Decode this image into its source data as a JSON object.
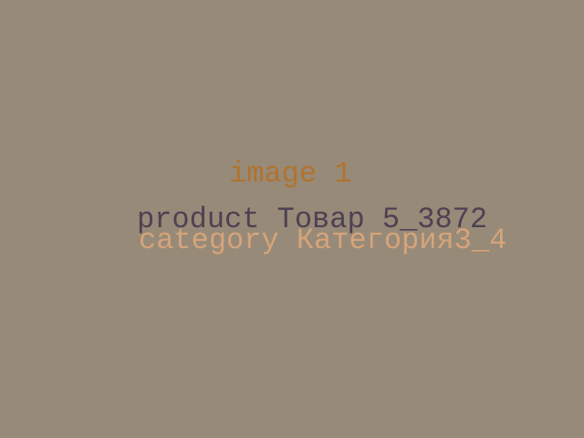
{
  "image_label": "image 1",
  "product_text": "product Товар 5_3872",
  "category_text": "category Категория3_4",
  "colors": {
    "background": "#978a78",
    "image_label": "#b0732f",
    "product_text": "#4d4152",
    "category_text": "#d6a47a"
  }
}
